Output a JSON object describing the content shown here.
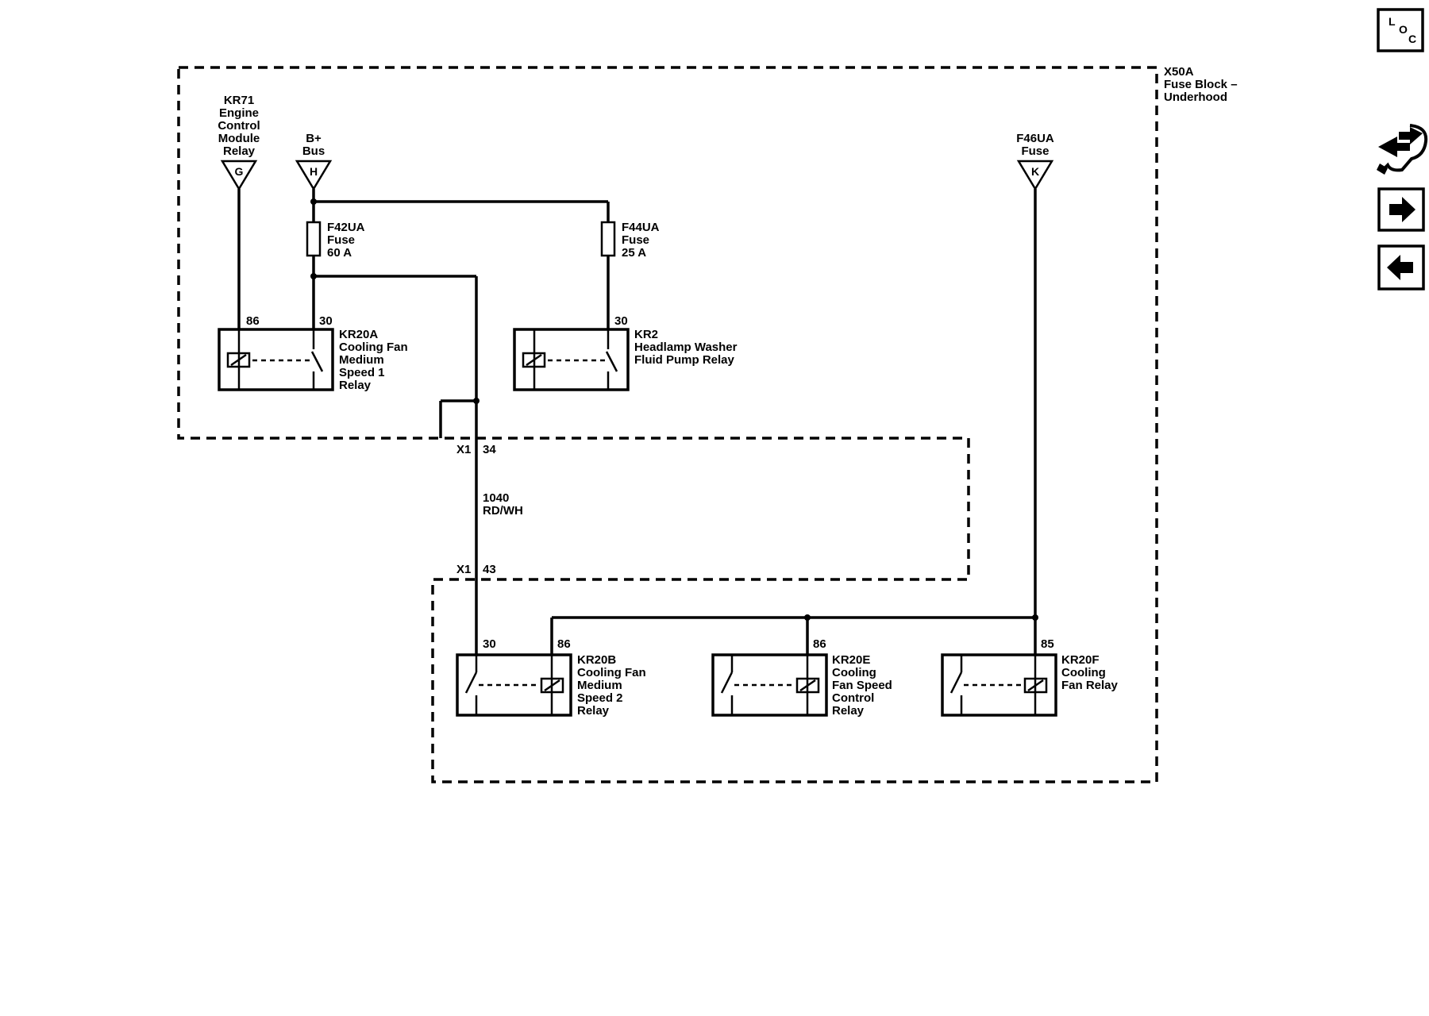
{
  "harness": {
    "label_lines": [
      "X50A",
      "Fuse Block –",
      "Underhood"
    ]
  },
  "connectors": {
    "top": {
      "name": "X1",
      "pin": "34"
    },
    "bottom": {
      "name": "X1",
      "pin": "43"
    }
  },
  "wire": {
    "circuit": "1040",
    "color": "RD/WH"
  },
  "sources": {
    "ecm_relay": {
      "letter": "G",
      "label_lines": [
        "KR71",
        "Engine",
        "Control",
        "Module",
        "Relay"
      ]
    },
    "bplus_bus": {
      "letter": "H",
      "label_lines": [
        "B+",
        "Bus"
      ]
    },
    "f46ua": {
      "letter": "K",
      "label_lines": [
        "F46UA",
        "Fuse"
      ]
    }
  },
  "fuses": {
    "f42ua": {
      "label_lines": [
        "F42UA",
        "Fuse",
        "60 A"
      ]
    },
    "f44ua": {
      "label_lines": [
        "F44UA",
        "Fuse",
        "25 A"
      ]
    }
  },
  "relays": {
    "kr20a": {
      "pin_coil": "86",
      "pin_switch": "30",
      "label_lines": [
        "KR20A",
        "Cooling Fan",
        "Medium",
        "Speed 1",
        "Relay"
      ]
    },
    "kr2": {
      "pin_switch": "30",
      "label_lines": [
        "KR2",
        "Headlamp Washer",
        "Fluid Pump Relay"
      ]
    },
    "kr20b": {
      "pin_switch": "30",
      "pin_coil": "86",
      "label_lines": [
        "KR20B",
        "Cooling Fan",
        "Medium",
        "Speed 2",
        "Relay"
      ]
    },
    "kr20e": {
      "pin_coil": "86",
      "label_lines": [
        "KR20E",
        "Cooling",
        "Fan Speed",
        "Control",
        "Relay"
      ]
    },
    "kr20f": {
      "pin_coil": "85",
      "label_lines": [
        "KR20F",
        "Cooling",
        "Fan Relay"
      ]
    }
  },
  "nav": {
    "loc_letters": [
      "L",
      "O",
      "C"
    ],
    "icons": [
      "tools-icon",
      "arrow-right-icon",
      "arrow-left-icon"
    ]
  }
}
